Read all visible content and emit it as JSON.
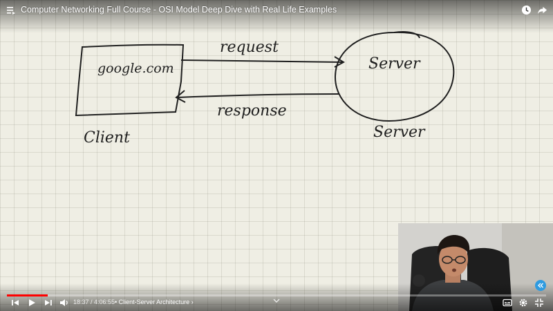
{
  "video": {
    "title": "Computer Networking Full Course - OSI Model Deep Dive with Real Life Examples"
  },
  "whiteboard": {
    "client_box_text": "google.com",
    "client_label": "Client",
    "server_circle_text": "Server",
    "server_label": "Server",
    "request_label": "request",
    "response_label": "response"
  },
  "player": {
    "current_time": "18:37",
    "duration": "4:06:55",
    "time_display": "18:37 / 4:06:55",
    "chapter": "• Client-Server Architecture ›",
    "progress_fraction": 0.0754,
    "buffered_fraction": 0.075,
    "accent_color": "#ff0000"
  },
  "icons": {
    "playlist": "playlist-icon",
    "clock": "watch-later-icon",
    "share": "share-icon",
    "prev": "previous-icon",
    "play": "play-icon",
    "next": "next-icon",
    "volume": "volume-icon",
    "subtitles": "subtitles-icon",
    "settings": "gear-icon",
    "fullscreen": "fullscreen-icon"
  }
}
